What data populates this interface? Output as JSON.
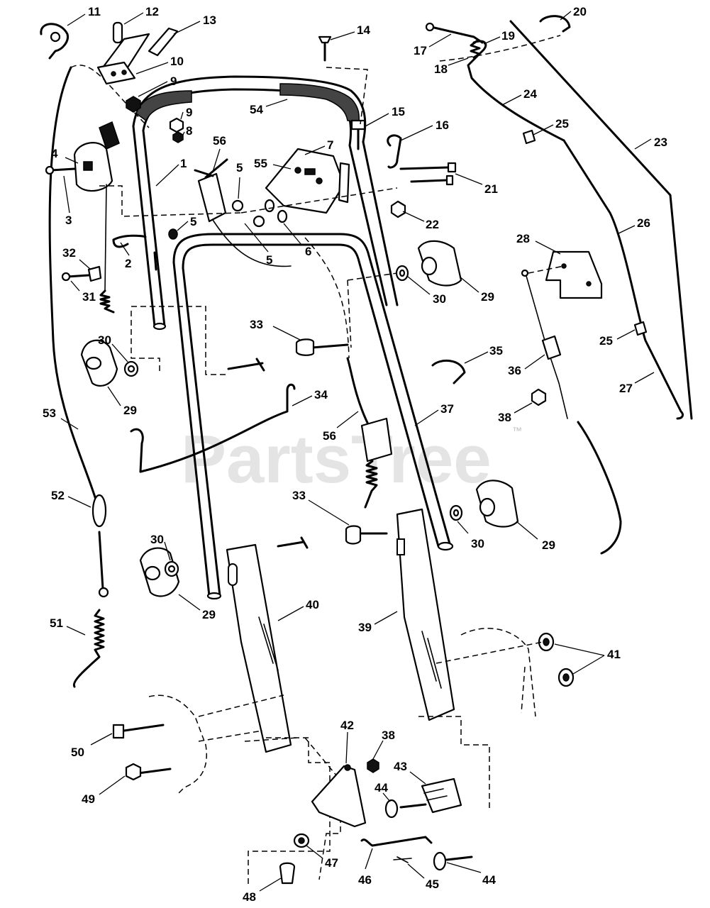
{
  "watermark": {
    "text": "PartsTree",
    "mark": "™"
  },
  "callouts": [
    {
      "id": "c11",
      "label": "11"
    },
    {
      "id": "c12",
      "label": "12"
    },
    {
      "id": "c13",
      "label": "13"
    },
    {
      "id": "c10",
      "label": "10"
    },
    {
      "id": "c9a",
      "label": "9"
    },
    {
      "id": "c9b",
      "label": "9"
    },
    {
      "id": "c8",
      "label": "8"
    },
    {
      "id": "c14",
      "label": "14"
    },
    {
      "id": "c15",
      "label": "15"
    },
    {
      "id": "c16",
      "label": "16"
    },
    {
      "id": "c17",
      "label": "17"
    },
    {
      "id": "c18",
      "label": "18"
    },
    {
      "id": "c19",
      "label": "19"
    },
    {
      "id": "c20",
      "label": "20"
    },
    {
      "id": "c24",
      "label": "24"
    },
    {
      "id": "c25a",
      "label": "25"
    },
    {
      "id": "c23",
      "label": "23"
    },
    {
      "id": "c54",
      "label": "54"
    },
    {
      "id": "c56a",
      "label": "56"
    },
    {
      "id": "c7",
      "label": "7"
    },
    {
      "id": "c55",
      "label": "55"
    },
    {
      "id": "c21",
      "label": "21"
    },
    {
      "id": "c4",
      "label": "4"
    },
    {
      "id": "c1",
      "label": "1"
    },
    {
      "id": "c5a",
      "label": "5"
    },
    {
      "id": "c5b",
      "label": "5"
    },
    {
      "id": "c5c",
      "label": "5"
    },
    {
      "id": "c6",
      "label": "6"
    },
    {
      "id": "c22",
      "label": "22"
    },
    {
      "id": "c3",
      "label": "3"
    },
    {
      "id": "c2",
      "label": "2"
    },
    {
      "id": "c26",
      "label": "26"
    },
    {
      "id": "c28",
      "label": "28"
    },
    {
      "id": "c32",
      "label": "32"
    },
    {
      "id": "c31",
      "label": "31"
    },
    {
      "id": "c30a",
      "label": "30"
    },
    {
      "id": "c29a",
      "label": "29"
    },
    {
      "id": "c30b",
      "label": "30"
    },
    {
      "id": "c29b",
      "label": "29"
    },
    {
      "id": "c33a",
      "label": "33"
    },
    {
      "id": "c35",
      "label": "35"
    },
    {
      "id": "c25b",
      "label": "25"
    },
    {
      "id": "c36",
      "label": "36"
    },
    {
      "id": "c27",
      "label": "27"
    },
    {
      "id": "c34",
      "label": "34"
    },
    {
      "id": "c53",
      "label": "53"
    },
    {
      "id": "c56b",
      "label": "56"
    },
    {
      "id": "c37",
      "label": "37"
    },
    {
      "id": "c38a",
      "label": "38"
    },
    {
      "id": "c52",
      "label": "52"
    },
    {
      "id": "c33b",
      "label": "33"
    },
    {
      "id": "c30c",
      "label": "30"
    },
    {
      "id": "c30d",
      "label": "30"
    },
    {
      "id": "c29c",
      "label": "29"
    },
    {
      "id": "c29d",
      "label": "29"
    },
    {
      "id": "c40",
      "label": "40"
    },
    {
      "id": "c39",
      "label": "39"
    },
    {
      "id": "c51",
      "label": "51"
    },
    {
      "id": "c41",
      "label": "41"
    },
    {
      "id": "c50",
      "label": "50"
    },
    {
      "id": "c42",
      "label": "42"
    },
    {
      "id": "c38b",
      "label": "38"
    },
    {
      "id": "c43",
      "label": "43"
    },
    {
      "id": "c49",
      "label": "49"
    },
    {
      "id": "c44a",
      "label": "44"
    },
    {
      "id": "c47",
      "label": "47"
    },
    {
      "id": "c46",
      "label": "46"
    },
    {
      "id": "c45",
      "label": "45"
    },
    {
      "id": "c44b",
      "label": "44"
    },
    {
      "id": "c48",
      "label": "48"
    }
  ]
}
